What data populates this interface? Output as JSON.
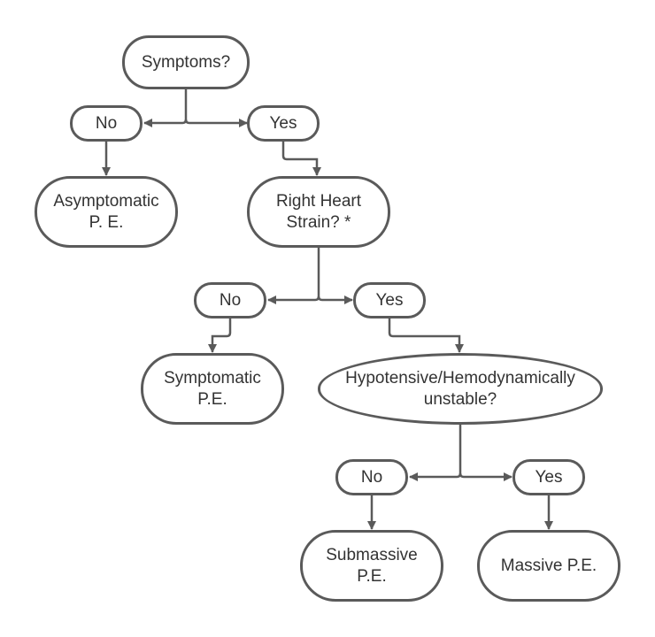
{
  "diagram": {
    "type": "decision-flowchart",
    "colors": {
      "stroke": "#5a5a5a",
      "text": "#333333",
      "background": "#ffffff"
    },
    "nodes": {
      "symptoms": {
        "label": "Symptoms?"
      },
      "no1": {
        "label": "No"
      },
      "yes1": {
        "label": "Yes"
      },
      "asymptomatic": {
        "label": "Asymptomatic\nP. E."
      },
      "rhs": {
        "label": "Right Heart\nStrain? *"
      },
      "no2": {
        "label": "No"
      },
      "yes2": {
        "label": "Yes"
      },
      "symptomatic": {
        "label": "Symptomatic\nP.E."
      },
      "hypo": {
        "label": "Hypotensive/Hemodynamically\nunstable?"
      },
      "no3": {
        "label": "No"
      },
      "yes3": {
        "label": "Yes"
      },
      "submassive": {
        "label": "Submassive\nP.E."
      },
      "massive": {
        "label": "Massive P.E."
      }
    },
    "edges": [
      {
        "from": "symptoms",
        "to": "no1"
      },
      {
        "from": "symptoms",
        "to": "yes1"
      },
      {
        "from": "no1",
        "to": "asymptomatic"
      },
      {
        "from": "yes1",
        "to": "rhs"
      },
      {
        "from": "rhs",
        "to": "no2"
      },
      {
        "from": "rhs",
        "to": "yes2"
      },
      {
        "from": "no2",
        "to": "symptomatic"
      },
      {
        "from": "yes2",
        "to": "hypo"
      },
      {
        "from": "hypo",
        "to": "no3"
      },
      {
        "from": "hypo",
        "to": "yes3"
      },
      {
        "from": "no3",
        "to": "submassive"
      },
      {
        "from": "yes3",
        "to": "massive"
      }
    ]
  }
}
